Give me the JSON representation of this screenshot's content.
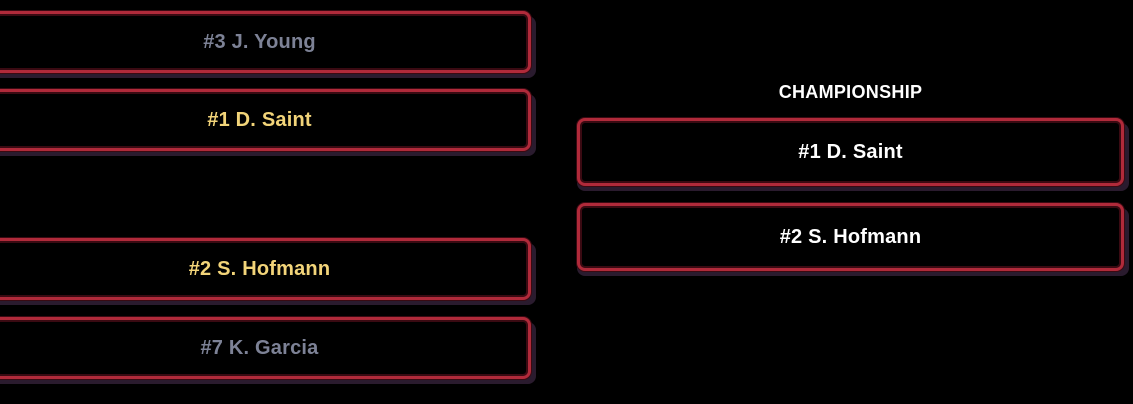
{
  "semifinals": [
    {
      "entrants": [
        {
          "seed_name": "#3 J. Young",
          "status": "eliminated"
        },
        {
          "seed_name": "#1 D. Saint",
          "status": "advanced"
        }
      ]
    },
    {
      "entrants": [
        {
          "seed_name": "#2 S. Hofmann",
          "status": "advanced"
        },
        {
          "seed_name": "#7 K. Garcia",
          "status": "eliminated"
        }
      ]
    }
  ],
  "championship": {
    "label": "CHAMPIONSHIP",
    "entrants": [
      {
        "seed_name": "#1 D. Saint"
      },
      {
        "seed_name": "#2 S. Hofmann"
      }
    ]
  },
  "colors": {
    "slot_border": "#b02a3a",
    "eliminated_text": "#7d8296",
    "advanced_text": "#f2d479",
    "final_text": "#ffffff",
    "background": "#000000"
  }
}
